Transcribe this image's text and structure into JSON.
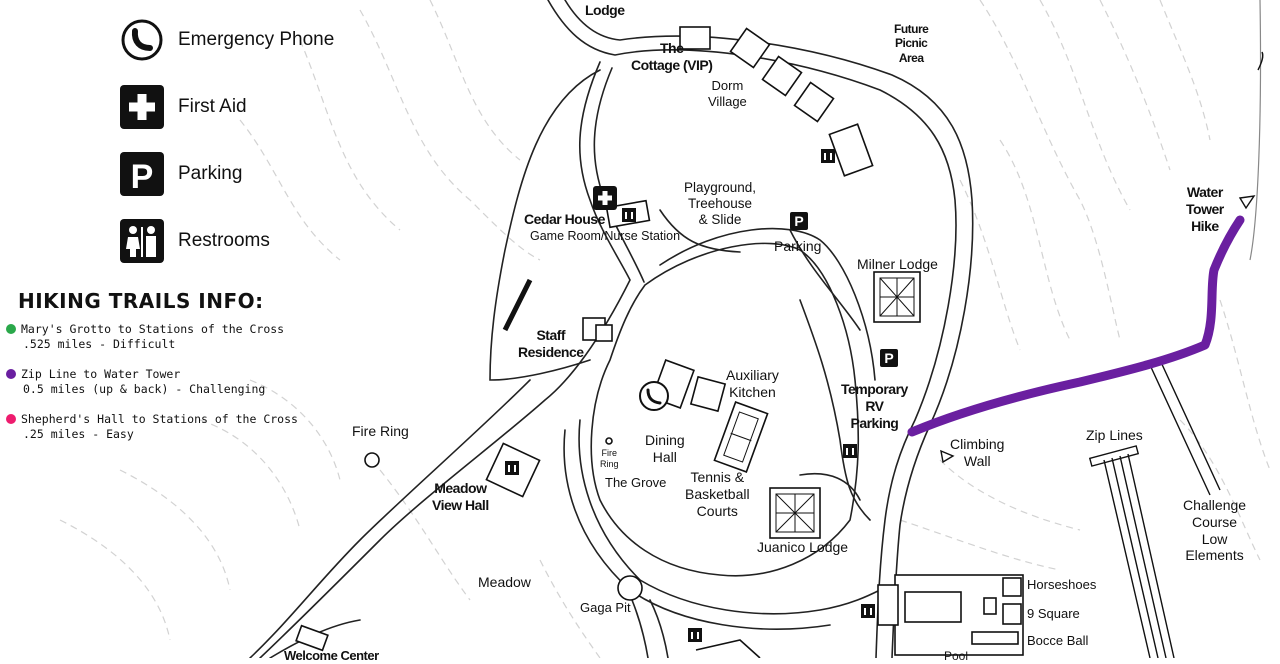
{
  "legend": {
    "items": [
      {
        "icon": "phone-icon",
        "label": "Emergency Phone"
      },
      {
        "icon": "first-aid-icon",
        "label": "First Aid"
      },
      {
        "icon": "parking-icon",
        "label": "Parking"
      },
      {
        "icon": "restroom-icon",
        "label": "Restrooms"
      }
    ]
  },
  "hiking": {
    "title": "HIKING TRAILS INFO:",
    "trails": [
      {
        "name": "Mary's Grotto to Stations of the Cross",
        "detail": ".525 miles - Difficult",
        "color": "#2aa84a"
      },
      {
        "name": "Zip Line to Water Tower",
        "detail": "0.5 miles (up & back) - Challenging",
        "color": "#6a1fa0"
      },
      {
        "name": "Shepherd's Hall to Stations of the Cross",
        "detail": ".25 miles - Easy",
        "color": "#ee1c6e"
      }
    ]
  },
  "places": {
    "lodge": "Lodge",
    "cottage": "The\nCottage (VIP)",
    "dorm_village": "Dorm\nVillage",
    "future_picnic": "Future\nPicnic\nArea",
    "water_tower": "Water\nTower\nHike",
    "cedar_house": "Cedar House",
    "game_room": "Game Room/Nurse Station",
    "playground": "Playground,\nTreehouse\n& Slide",
    "parking": "Parking",
    "milner_lodge": "Milner Lodge",
    "staff_residence": "Staff\nResidence",
    "auxiliary_kitchen": "Auxiliary\nKitchen",
    "temporary_rv": "Temporary\nRV\nParking",
    "climbing_wall": "Climbing\nWall",
    "zip_lines": "Zip Lines",
    "fire_ring_left": "Fire Ring",
    "fire_ring_small": "Fire\nRing",
    "dining_hall": "Dining\nHall",
    "the_grove": "The Grove",
    "tennis": "Tennis &\nBasketball\nCourts",
    "meadow_view": "Meadow\nView Hall",
    "challenge_course": "Challenge\nCourse\nLow\nElements",
    "juanico_lodge": "Juanico Lodge",
    "meadow": "Meadow",
    "gaga_pit": "Gaga Pit",
    "horseshoes": "Horseshoes",
    "nine_square": "9 Square",
    "bocce_ball": "Bocce Ball",
    "welcome_center": "Welcome Center",
    "pool": "Pool"
  },
  "colors": {
    "zip_trail": "#6a1fa0",
    "contour": "#cfcfcf",
    "road": "#222222"
  }
}
